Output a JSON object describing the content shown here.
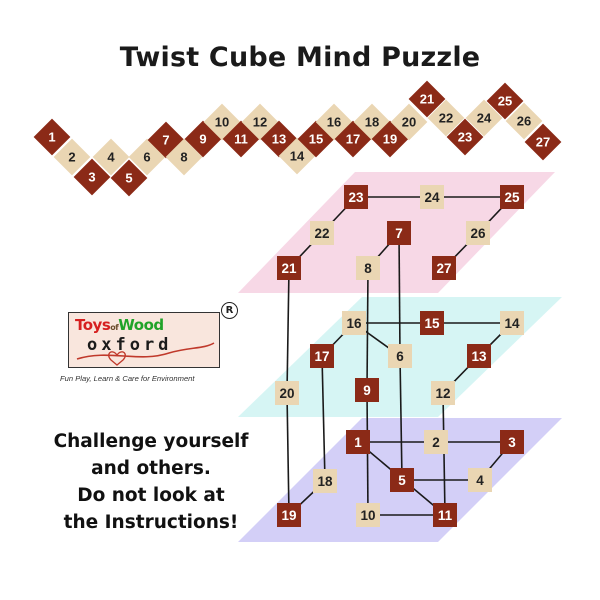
{
  "title": "Twist Cube Mind Puzzle",
  "colors": {
    "dark_tile": "#8b2a17",
    "light_tile": "#ead6b3",
    "layer_top": "#f5cfe0",
    "layer_middle": "#cdf3f2",
    "layer_bottom": "#c9c4f5",
    "line": "#1a1a1a"
  },
  "strip_tiles": [
    {
      "n": "1",
      "color": "dark"
    },
    {
      "n": "2",
      "color": "light"
    },
    {
      "n": "3",
      "color": "dark"
    },
    {
      "n": "4",
      "color": "light"
    },
    {
      "n": "5",
      "color": "dark"
    },
    {
      "n": "6",
      "color": "light"
    },
    {
      "n": "7",
      "color": "dark"
    },
    {
      "n": "8",
      "color": "light"
    },
    {
      "n": "9",
      "color": "dark"
    },
    {
      "n": "10",
      "color": "light"
    },
    {
      "n": "11",
      "color": "dark"
    },
    {
      "n": "12",
      "color": "light"
    },
    {
      "n": "13",
      "color": "dark"
    },
    {
      "n": "14",
      "color": "light"
    },
    {
      "n": "15",
      "color": "dark"
    },
    {
      "n": "16",
      "color": "light"
    },
    {
      "n": "17",
      "color": "dark"
    },
    {
      "n": "18",
      "color": "light"
    },
    {
      "n": "19",
      "color": "dark"
    },
    {
      "n": "20",
      "color": "light"
    },
    {
      "n": "21",
      "color": "dark"
    },
    {
      "n": "22",
      "color": "light"
    },
    {
      "n": "23",
      "color": "dark"
    },
    {
      "n": "24",
      "color": "light"
    },
    {
      "n": "25",
      "color": "dark"
    },
    {
      "n": "26",
      "color": "light"
    },
    {
      "n": "27",
      "color": "dark"
    }
  ],
  "cube_nodes": [
    {
      "n": "1",
      "color": "dark",
      "layer": "bottom"
    },
    {
      "n": "2",
      "color": "light",
      "layer": "bottom"
    },
    {
      "n": "3",
      "color": "dark",
      "layer": "bottom"
    },
    {
      "n": "4",
      "color": "light",
      "layer": "bottom"
    },
    {
      "n": "5",
      "color": "dark",
      "layer": "bottom"
    },
    {
      "n": "6",
      "color": "light",
      "layer": "middle"
    },
    {
      "n": "7",
      "color": "dark",
      "layer": "top"
    },
    {
      "n": "8",
      "color": "light",
      "layer": "top"
    },
    {
      "n": "9",
      "color": "dark",
      "layer": "middle"
    },
    {
      "n": "10",
      "color": "light",
      "layer": "bottom"
    },
    {
      "n": "11",
      "color": "dark",
      "layer": "bottom"
    },
    {
      "n": "12",
      "color": "light",
      "layer": "middle"
    },
    {
      "n": "13",
      "color": "dark",
      "layer": "middle"
    },
    {
      "n": "14",
      "color": "light",
      "layer": "middle"
    },
    {
      "n": "15",
      "color": "dark",
      "layer": "middle"
    },
    {
      "n": "16",
      "color": "light",
      "layer": "middle"
    },
    {
      "n": "17",
      "color": "dark",
      "layer": "middle"
    },
    {
      "n": "18",
      "color": "light",
      "layer": "bottom"
    },
    {
      "n": "19",
      "color": "dark",
      "layer": "bottom"
    },
    {
      "n": "20",
      "color": "light",
      "layer": "middle"
    },
    {
      "n": "21",
      "color": "dark",
      "layer": "top"
    },
    {
      "n": "22",
      "color": "light",
      "layer": "top"
    },
    {
      "n": "23",
      "color": "dark",
      "layer": "top"
    },
    {
      "n": "24",
      "color": "light",
      "layer": "top"
    },
    {
      "n": "25",
      "color": "dark",
      "layer": "top"
    },
    {
      "n": "26",
      "color": "light",
      "layer": "top"
    },
    {
      "n": "27",
      "color": "dark",
      "layer": "top"
    }
  ],
  "cube_links": [
    [
      "1",
      "2"
    ],
    [
      "2",
      "3"
    ],
    [
      "3",
      "4"
    ],
    [
      "4",
      "5"
    ],
    [
      "5",
      "6"
    ],
    [
      "6",
      "7"
    ],
    [
      "7",
      "8"
    ],
    [
      "8",
      "9"
    ],
    [
      "9",
      "10"
    ],
    [
      "10",
      "11"
    ],
    [
      "11",
      "12"
    ],
    [
      "12",
      "13"
    ],
    [
      "13",
      "14"
    ],
    [
      "14",
      "15"
    ],
    [
      "15",
      "16"
    ],
    [
      "16",
      "17"
    ],
    [
      "17",
      "18"
    ],
    [
      "18",
      "19"
    ],
    [
      "19",
      "20"
    ],
    [
      "20",
      "21"
    ],
    [
      "21",
      "22"
    ],
    [
      "22",
      "23"
    ],
    [
      "23",
      "24"
    ],
    [
      "24",
      "25"
    ],
    [
      "25",
      "26"
    ],
    [
      "26",
      "27"
    ],
    [
      "1",
      "11"
    ],
    [
      "16",
      "6"
    ]
  ],
  "logo": {
    "line1": [
      "Toys",
      "of",
      "Wood"
    ],
    "line2": "oxford",
    "registered_mark": "R",
    "tagline": "Fun Play, Learn & Care for Environment"
  },
  "challenge_lines": [
    "Challenge yourself",
    "and others.",
    "Do not look at",
    "the Instructions!"
  ]
}
